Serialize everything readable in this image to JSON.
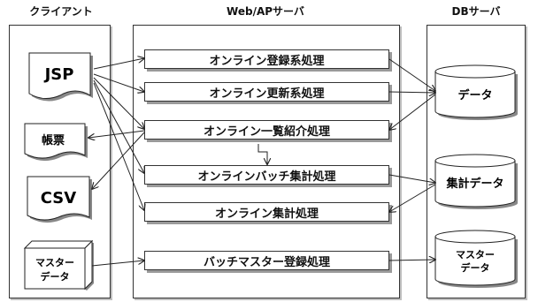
{
  "columns": {
    "client": "クライアント",
    "web": "Web/APサーバ",
    "db": "DBサーバ"
  },
  "client_items": {
    "jsp": "JSP",
    "report": "帳票",
    "csv": "CSV",
    "master_line1": "マスター",
    "master_line2": "データ"
  },
  "processes": [
    "オンライン登録系処理",
    "オンライン更新系処理",
    "オンライン一覧紹介処理",
    "オンラインバッチ集計処理",
    "オンライン集計処理",
    "バッチマスター登録処理"
  ],
  "databases": {
    "data": "データ",
    "summary": "集計データ",
    "master_line1": "マスター",
    "master_line2": "データ"
  }
}
